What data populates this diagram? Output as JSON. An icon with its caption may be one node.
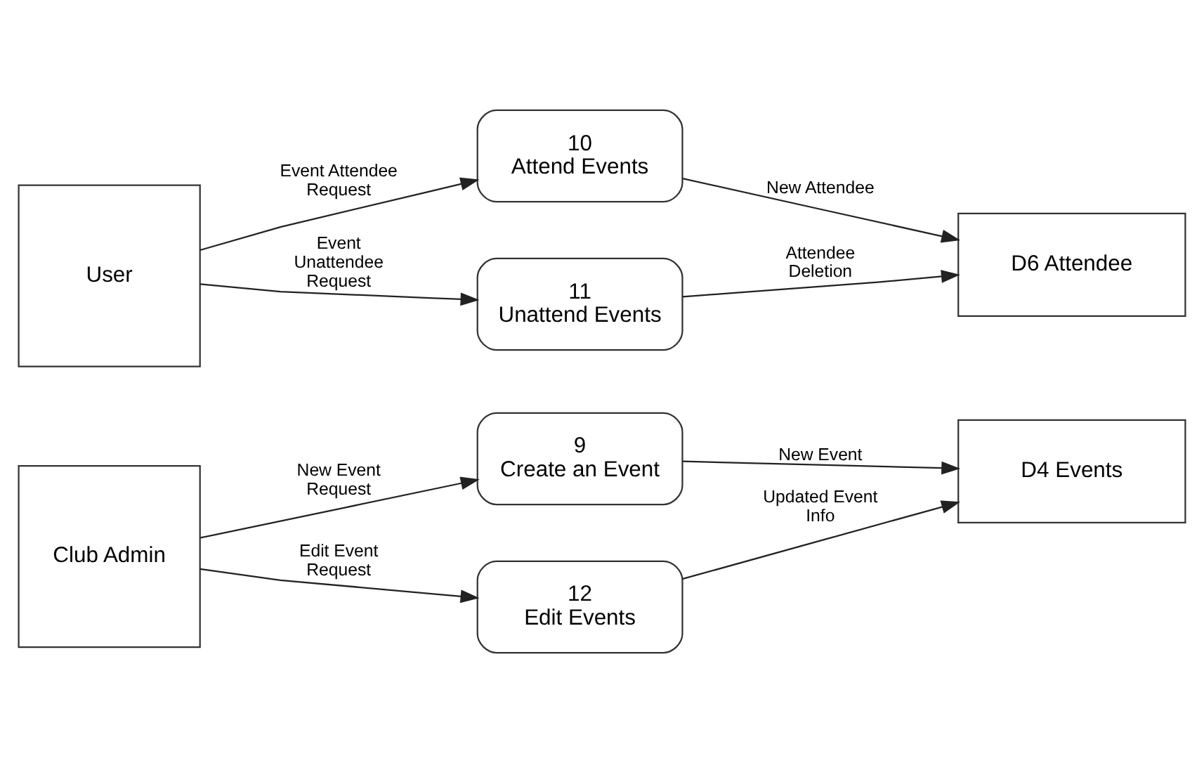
{
  "diagram": {
    "nodes": [
      {
        "text": [
          "Club Admin"
        ]
      },
      {
        "text": [
          "9",
          "Create an Event"
        ]
      },
      {
        "text": [
          "12",
          "Edit Events"
        ]
      },
      {
        "text": [
          "D4 Events"
        ]
      },
      {
        "text": [
          "User"
        ]
      },
      {
        "text": [
          "10",
          "Attend Events"
        ]
      },
      {
        "text": [
          "11",
          "Unattend Events"
        ]
      },
      {
        "text": [
          "D6 Attendee"
        ]
      }
    ],
    "edges": [
      {
        "from": 0,
        "to": 1,
        "arrow": "to",
        "label": "New Event Request"
      },
      {
        "from": 0,
        "to": 2,
        "arrow": "to",
        "label": "Edit Event Request"
      },
      {
        "from": 1,
        "to": 3,
        "arrow": "to",
        "label": "New Event"
      },
      {
        "from": 2,
        "to": 3,
        "arrow": "to",
        "label": "Updated Event Info"
      },
      {
        "from": 4,
        "to": 5,
        "arrow": "to",
        "label": "Event Attendee Request"
      },
      {
        "from": 4,
        "to": 6,
        "arrow": "to",
        "label": "Event Unattendee Request"
      },
      {
        "from": 5,
        "to": 7,
        "arrow": "to",
        "label": "New Attendee"
      },
      {
        "from": 6,
        "to": 7,
        "arrow": "to",
        "label": "Attendee Deletion"
      }
    ]
  }
}
